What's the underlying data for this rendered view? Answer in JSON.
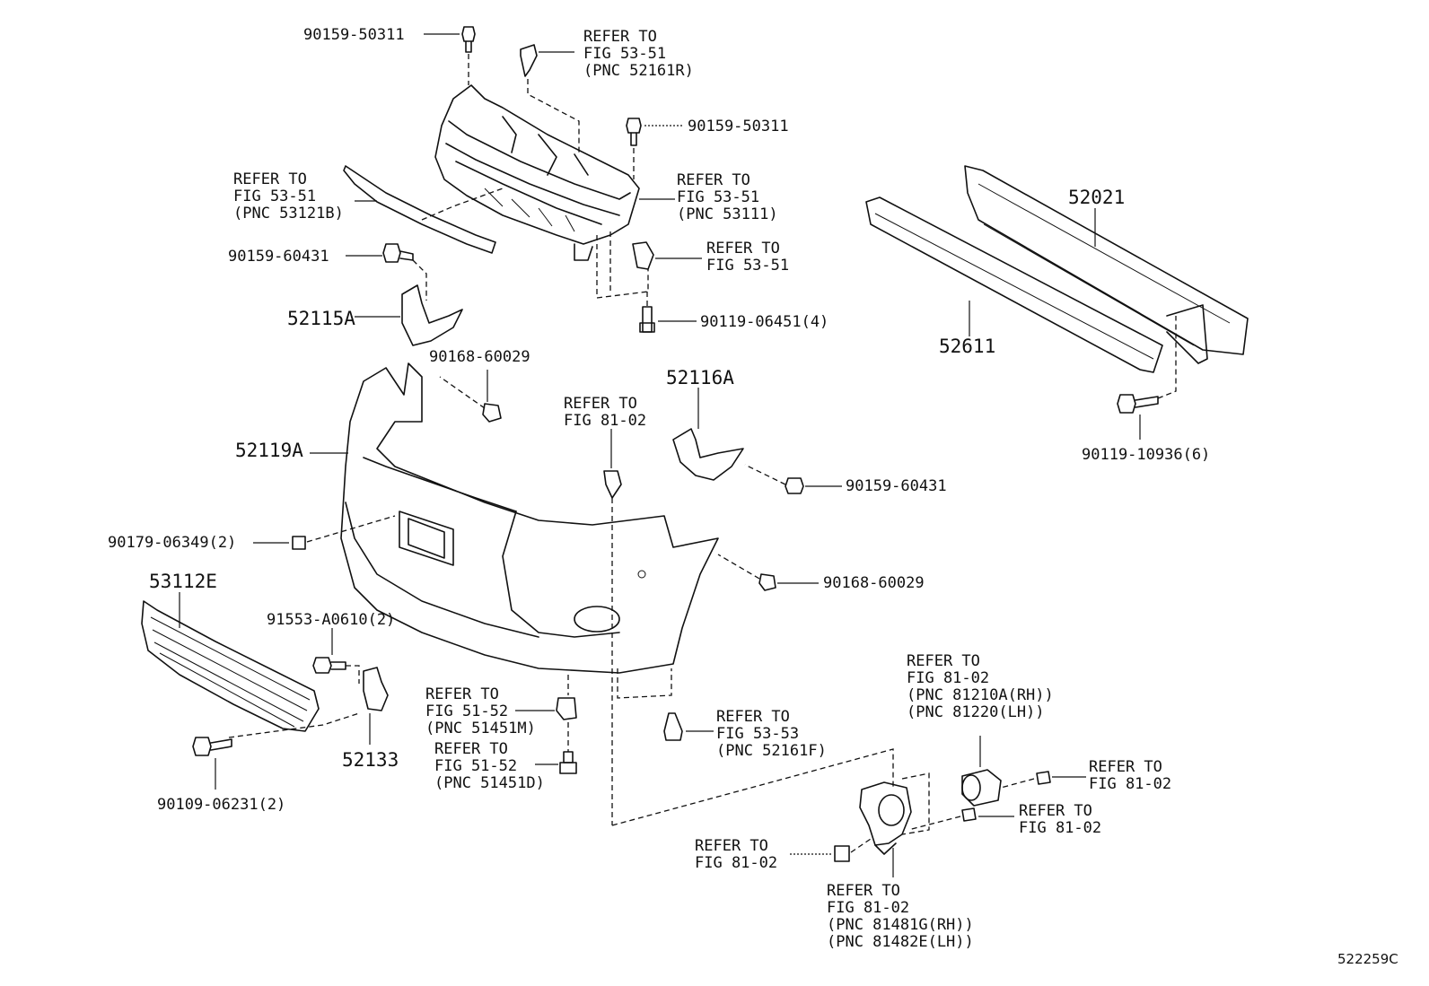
{
  "labels": {
    "p90159_50311_top": "90159-50311",
    "p90159_50311_mid": "90159-50311",
    "refer_52161r": [
      "REFER TO",
      "FIG 53-51",
      "(PNC 52161R)"
    ],
    "refer_53121b": [
      "REFER TO",
      "FIG 53-51",
      "(PNC 53121B)"
    ],
    "refer_53111": [
      "REFER TO",
      "FIG 53-51",
      "(PNC 53111)"
    ],
    "refer_53_51_clip": [
      "REFER TO",
      "FIG 53-51"
    ],
    "p90159_60431_left": "90159-60431",
    "p52115a": "52115A",
    "p90119_06451": "90119-06451(4)",
    "p52021": "52021",
    "p52611": "52611",
    "p90119_10936": "90119-10936(6)",
    "p90168_60029_top": "90168-60029",
    "refer_81_02_top": [
      "REFER TO",
      "FIG 81-02"
    ],
    "p52116a": "52116A",
    "p52119a": "52119A",
    "p90159_60431_right": "90159-60431",
    "p90179_06349": "90179-06349(2)",
    "p90168_60029_right": "90168-60029",
    "p53112e": "53112E",
    "p91553_a0610": "91553-A0610(2)",
    "p52133": "52133",
    "p90109_06231": "90109-06231(2)",
    "refer_51451m": [
      "REFER TO",
      "FIG 51-52",
      "(PNC 51451M)"
    ],
    "refer_51451d": [
      "REFER TO",
      "FIG 51-52",
      "(PNC 51451D)"
    ],
    "refer_52161f": [
      "REFER TO",
      "FIG 53-53",
      "(PNC 52161F)"
    ],
    "refer_81210a": [
      "REFER TO",
      "FIG 81-02",
      "(PNC 81210A(RH))",
      "(PNC 81220(LH))"
    ],
    "refer_81_02_r1": [
      "REFER TO",
      "FIG 81-02"
    ],
    "refer_81_02_r2": [
      "REFER TO",
      "FIG 81-02"
    ],
    "refer_81_02_bl": [
      "REFER TO",
      "FIG 81-02"
    ],
    "refer_81481g": [
      "REFER TO",
      "FIG 81-02",
      "(PNC 81481G(RH))",
      "(PNC 81482E(LH))"
    ]
  },
  "diagram_code": "522259C"
}
